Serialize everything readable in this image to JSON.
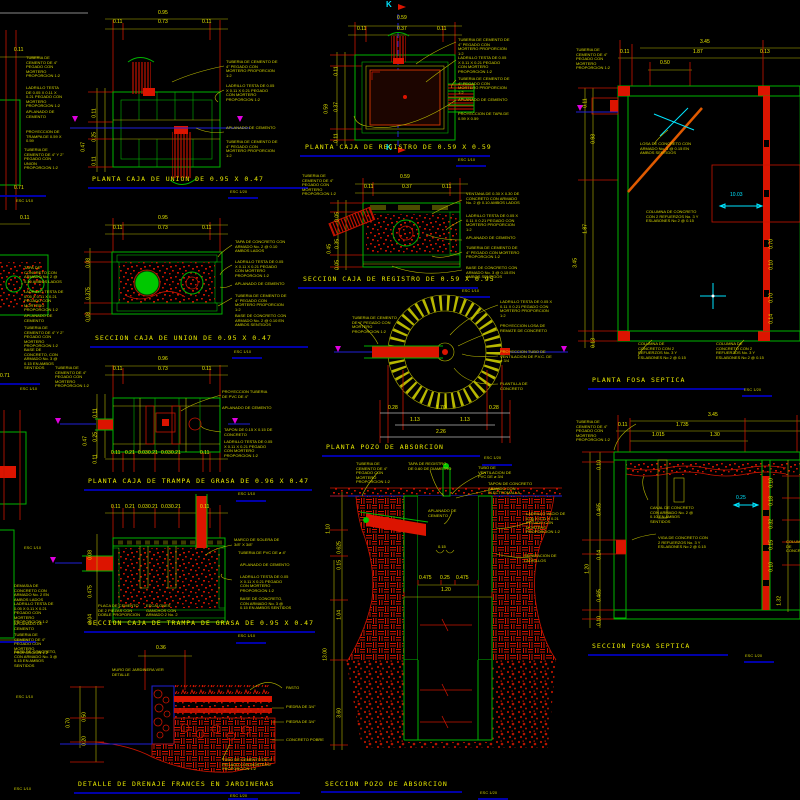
{
  "canvas": {
    "marker_k": "K"
  },
  "colors": {
    "background": "#000000",
    "green": "#00b400",
    "red": "#dc1400",
    "yellow": "#e8e800",
    "cyan": "#00e5ff",
    "blue": "#2020d8",
    "navy": "#0000a8",
    "magenta": "#e000e0"
  },
  "lf": {
    "dims": [
      "0.11",
      "0.71",
      "0.11",
      "0.71"
    ],
    "scales": [
      "ESC 1/10",
      "ESC 1/10",
      "ESC 1/10",
      "ESC 1/10",
      "ESC 1/10"
    ],
    "notes": [
      "TUBERIA DE CEMENTO DE 4\" PEGADO CON MORTERO PROPORCION 1:2",
      "LADRILLO TESTA DE 0.05 X 0.11 X 0.21 PEGADO CON MORTERO PROPORCION 1:2",
      "APLANADO DE CEMENTO",
      "PROYECCION DE TRAMPA DE 0.59 X 0.59",
      "TUBERIA DE CEMENTO DE 4\" Y 2\" PEGADO CON UNION PROPORCION 1:2",
      "TAPA DE CONCRETO CON ARMADO No. 2 @ 0.10 AMBOS LADOS",
      "LADRILLO TESTA DE 0.05 X 0.11 X 0.21 PEGADO CON MORTERO PROPORCION 1:2",
      "APLANADO DE CEMENTO",
      "TUBERIA DE CEMENTO DE 4\" Y 2\" PEGADO CON MORTERO PROPORCION 1:2",
      "BASE DE CONCRETO, CON ARMADO No. 3 @ 0.15 EN AMBOS SENTIDOS",
      "DEMASIA DE CONCRETO CON ARMADO No. 2 EN AMBOS LADOS",
      "LADRILLO TESTA DE 0.05 X 0.11 X 0.21 PEGADO CON MORTERO PROPORCION 1:2",
      "APLANADO DE CEMENTO",
      "TUBERIA DE CEMENTO DE 4\" PEGADO CON MORTERO PROPORCION 1:2",
      "BASE DE CONCRETO, CON ARMADO No. 3 @ 0.15 EN AMBOS SENTIDOS"
    ]
  },
  "pu": {
    "title": "PLANTA CAJA DE UNION DE 0.95 X 0.47",
    "scale": "ESC 1/20",
    "dims": [
      "0.95",
      "0.11",
      "0.73",
      "0.11",
      "0.47",
      "0.11",
      "0.25",
      "0.11"
    ],
    "notes": [
      "TUBERIA DE CEMENTO DE 4\" PEGADO CON MORTERO PROPORCION 1:2",
      "LADRILLO TESTA DE 0.05 X 0.11 X 0.21 PEGADO CON MORTERO PROPORCION 1:2",
      "APLANADO DE CEMENTO",
      "TUBERIA DE CEMENTO DE 4\" PEGADO CON MORTERO PROPORCION 1:2"
    ]
  },
  "su": {
    "title": "SECCION CAJA DE UNION DE 0.95 X 0.47",
    "scale": "ESC 1/10",
    "dims": [
      "0.95",
      "0.11",
      "0.73",
      "0.11",
      "0.08",
      "0.375",
      "0.08"
    ],
    "notes": [
      "TAPA DE CONCRETO CON ARMADO No. 2 @ 0.10 AMBOS LADOS",
      "LADRILLO TESTA DE 0.05 X 0.11 X 0.21 PEGADO CON MORTERO PROPORCION 1:2",
      "APLANADO DE CEMENTO",
      "TUBERIA DE CEMENTO DE 4\" PEGADO CON MORTERO PROPORCION 1:2",
      "BASE DE CONCRETO CON ARMADO No. 2 @ 0.10 EN AMBOS SENTIDOS"
    ]
  },
  "pt": {
    "title": "PLANTA CAJA DE TRAMPA DE GRASA DE 0.96 X 0.47",
    "scale": "ESC 1/10",
    "dims": [
      "0.96",
      "0.11",
      "0.73",
      "0.11",
      "0.11",
      "0.21",
      "0.03",
      "0.21",
      "0.03",
      "0.21",
      "0.11",
      "0.47",
      "0.11",
      "0.25",
      "0.11"
    ],
    "notes": [
      "PROYECCION TUBERIA DE PVC DE 4\"",
      "APLANADO DE CEMENTO",
      "TAPON DE 0.15 X 0.15 DE CONCRETO",
      "LADRILLO TESTA DE 0.05 X 0.11 X 0.21 PEGADO CON MORTERO PROPORCION 1:2",
      "TUBERIA DE CEMENTO DE 4\" PEGADO CON MORTERO PROPORCION 1:2"
    ]
  },
  "st": {
    "title": "SECCION CAJA DE TRAMPA DE GRASA DE 0.95 X 0.47",
    "scale": "ESC 1/10",
    "dims": [
      "0.11",
      "0.21",
      "0.03",
      "0.21",
      "0.03",
      "0.21",
      "0.11",
      "0.08",
      "0.475",
      "0.04"
    ],
    "notes": [
      "MARCO DE SOLERA DE 3/8\" X 3/8\"",
      "TUBERIA DE PVC DE ø 4\"",
      "APLANADO DE CEMENTO",
      "LADRILLO TESTA DE 0.05 X 0.11 X 0.21 PEGADO CON MORTERO PROPORCION 1:2",
      "BASE DE CONCRETO, CON ARMADO No. 3 @ 0.15 EN AMBOS SENTIDOS",
      "PLACA DE CEMENTO DE 2 PIEZAS CON DOBLE PROPORCION",
      "ESCALONES GANCHOS CON ARMADO 2 No. 2"
    ]
  },
  "dr": {
    "title": "DETALLE DE DRENAJE FRANCES EN JARDINERAS",
    "scale": "ESC 1/20",
    "dims": [
      "0.36",
      "0.70",
      "0.50",
      "0.20"
    ],
    "notes": [
      "MURO DE JARDINERA VER DETALLE",
      "PASTO",
      "PIEDRA DE 3/4\"",
      "PIEDRA DE 3/4\"",
      "CONCRETO POBRE",
      "TUBO DE CEMENTO DE 4\" PEGADO CON MORTERO PROPORCION 1:2"
    ]
  },
  "pr": {
    "title": "PLANTA CAJA DE REGISTRO DE 0.59 X 0.59",
    "scale": "ESC 1/10",
    "marker": "K",
    "dims": [
      "0.59",
      "0.11",
      "0.37",
      "0.11",
      "0.59",
      "0.11",
      "0.37",
      "0.11"
    ],
    "notes": [
      "TUBERIA DE CEMENTO DE 4\" PEGADO CON MORTERO PROPORCION 1:2",
      "LADRILLO TESTA DE 0.05 X 0.11 X 0.21 PEGADO CON MORTERO PROPORCION 1:2",
      "TUBERIA DE CEMENTO DE 4\" PEGADO CON MORTERO PROPORCION 1:2",
      "APLANADO DE CEMENTO",
      "PROYECCION DE TAPA DE 0.59 X 0.59"
    ]
  },
  "sr": {
    "title": "SECCION CAJA DE REGISTRO DE 0.59 X 0.95",
    "scale": "ESC 1/10",
    "dims": [
      "0.59",
      "0.11",
      "0.37",
      "0.11",
      "0.05",
      "0.35",
      "0.05",
      "0.45"
    ],
    "notes": [
      "VENTANA DE 0.30 X 0.30 DE CONCRETO CON ARMADO No. 2 @ 0.10 AMBOS LADOS",
      "LADRILLO TESTA DE 0.05 X 0.11 X 0.21 PEGADO CON MORTERO PROPORCION 1:2",
      "APLANADO DE CEMENTO",
      "TUBERIA DE CEMENTO DE 4\" PEGADO CON MORTERO PROPORCION 1:2",
      "BASE DE CONCRETO CON ARMADO No. 3 @ 0.15 EN AMBOS SENTIDOS",
      "TUBERIA DE CEMENTO DE 4\" PEGADO CON MORTERO PROPORCION 1:2"
    ]
  },
  "pp": {
    "title": "PLANTA POZO DE ABSORCION",
    "scale": "ESC 1/20",
    "dims": [
      "0.28",
      "1.70",
      "0.28",
      "1.13",
      "1.13",
      "2.26"
    ],
    "notes": [
      "LADRILLO TESTA DE 0.05 X 0.11 X 0.21 PEGADO CON MORTERO PROPORCION 1:2",
      "PROYECCION LOSA DE REMATE DE CONCRETO",
      "PROYECCION TUBO DE VENTILACION DE P.V.C. DE ø 3/4",
      "PLANTILLA DE CONCRETO",
      "TUBERIA DE CEMENTO DE 4\" PEGADO CON MORTERO PROPORCION 1:2"
    ]
  },
  "sp": {
    "title": "SECCION POZO DE ABSORCION",
    "scale": "ESC 1/20",
    "dims": [
      "0.475",
      "0.25",
      "0.475",
      "1.20",
      "1.10",
      "0.625",
      "0.15",
      "1.04",
      "13.00",
      "3.60",
      "0.15"
    ],
    "notes": [
      "TUBERIA DE CEMENTO DE 4\" PEGADO CON MORTERO PROPORCION 1:2",
      "TAPA DE REGISTRO DE 0.60 DE DIAMETRO",
      "TUBO DE VENTILACION DE PVC DE ø 3/4",
      "TAPON DE CONCRETO ARMADO CON ELECTROMALLA",
      "APLANADO DE CEMENTO",
      "LADRILLO VACIO DE 0.06 X 0.11 X 0.21 PEGADO CON MORTERO PROPORCION 1:2",
      "SEPARACION DE LADRILLOS"
    ]
  },
  "pf": {
    "title": "PLANTA FOSA SEPTICA",
    "scale": "ESC 1/20",
    "dims": [
      "3.45",
      "0.11",
      "1.87",
      "0.13",
      "0.50",
      "0.11",
      "0.93",
      "1.87",
      "3.45",
      "0.13",
      "0.70",
      "0.10",
      "0.70",
      "0.14",
      "10.03"
    ],
    "notes": [
      "TUBERIA DE CEMENTO DE 4\" PEGADO CON MORTERO PROPORCION 1:2",
      "LOSA DE CONCRETO CON ARMADO No. 3 @ 0.15 EN AMBOS SENTIDOS",
      "COLUMNA DE CONCRETO CON 2 REFUERZOS No. 3 Y ESLABONES No 2 @ 0.15",
      "COLUMNA DE CONCRETO CON 2 REFUERZOS No. 3 Y ESLABONES No 2 @ 0.15",
      "COLUMNA DE CONCRETO CON 2 REFUERZOS No. 3 Y ESLABONES No 2 @ 0.15"
    ]
  },
  "sf": {
    "title": "SECCION FOSA SEPTICA",
    "scale": "ESC 1/20",
    "dims": [
      "3.45",
      "0.11",
      "1.735",
      "1.015",
      "1.30",
      "0.10",
      "0.465",
      "0.14",
      "0.465",
      "0.10",
      "1.20",
      "0.10",
      "0.18",
      "0.32",
      "0.15",
      "0.10",
      "1.32",
      "0.25"
    ],
    "notes": [
      "TUBERIA DE CEMENTO DE 4\" PEGADO CON MORTERO PROPORCION 1:2",
      "CANAL DE CONCRETO CON ARMADO No. 2 @ 0.10 EN AMBOS SENTIDOS",
      "VIGA DE CONCRETO CON 2 REFUERZOS No. 3 Y ESLABONES No 2 @ 0.15",
      "COLUMNA DE CONCRETO"
    ]
  }
}
